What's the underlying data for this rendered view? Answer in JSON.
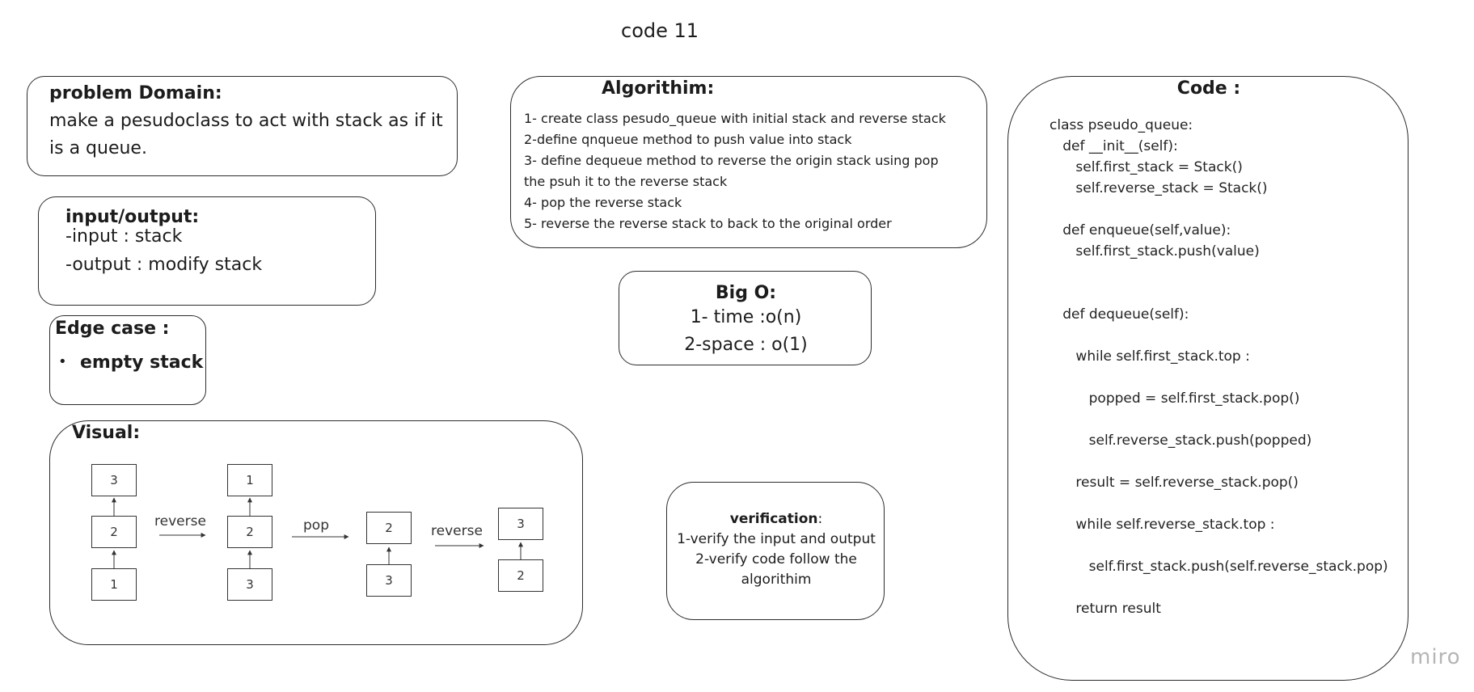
{
  "board_title": "code 11",
  "problem_domain": {
    "heading": "problem Domain:",
    "lines": [
      "make a pesudoclass to act with stack as if it",
      "is a queue."
    ]
  },
  "io": {
    "heading": "input/output:",
    "lines": [
      "-input : stack",
      "-output : modify stack"
    ]
  },
  "edge_case": {
    "heading": "Edge case :",
    "bullet": "•",
    "items": [
      "empty stack"
    ]
  },
  "visual": {
    "heading": "Visual:",
    "stack1": [
      "3",
      "2",
      "1"
    ],
    "arrow1_label": "reverse",
    "stack2": [
      "1",
      "2",
      "3"
    ],
    "arrow2_label": "pop",
    "stack3": [
      "2",
      "3"
    ],
    "arrow3_label": "reverse",
    "stack4": [
      "3",
      "2"
    ]
  },
  "algorithm": {
    "heading": "Algorithim:",
    "lines": [
      "1- create class pesudo_queue with initial stack and reverse stack",
      "2-define qnqueue method to push value into stack",
      "3- define dequeue method to reverse the origin stack using pop",
      "the psuh it to the reverse stack",
      "4- pop the reverse stack",
      "5- reverse the reverse stack to back to the original order"
    ]
  },
  "big_o": {
    "heading": "Big O:",
    "lines": [
      "1- time :o(n)",
      "2-space : o(1)"
    ]
  },
  "verification": {
    "heading": "verification",
    "colon": ":",
    "lines": [
      "1-verify the input and output",
      "2-verify code follow the",
      "algorithim"
    ]
  },
  "code": {
    "heading": "Code :",
    "lines": [
      "class pseudo_queue:",
      "   def __init__(self):",
      "      self.first_stack = Stack()",
      "      self.reverse_stack = Stack()",
      "",
      "   def enqueue(self,value):",
      "      self.first_stack.push(value)",
      "",
      "",
      "   def dequeue(self):",
      "",
      "      while self.first_stack.top :",
      "",
      "         popped = self.first_stack.pop()",
      "",
      "         self.reverse_stack.push(popped)",
      "",
      "      result = self.reverse_stack.pop()",
      "",
      "      while self.reverse_stack.top :",
      "",
      "         self.first_stack.push(self.reverse_stack.pop)",
      "",
      "      return result"
    ]
  },
  "watermark": "miro"
}
